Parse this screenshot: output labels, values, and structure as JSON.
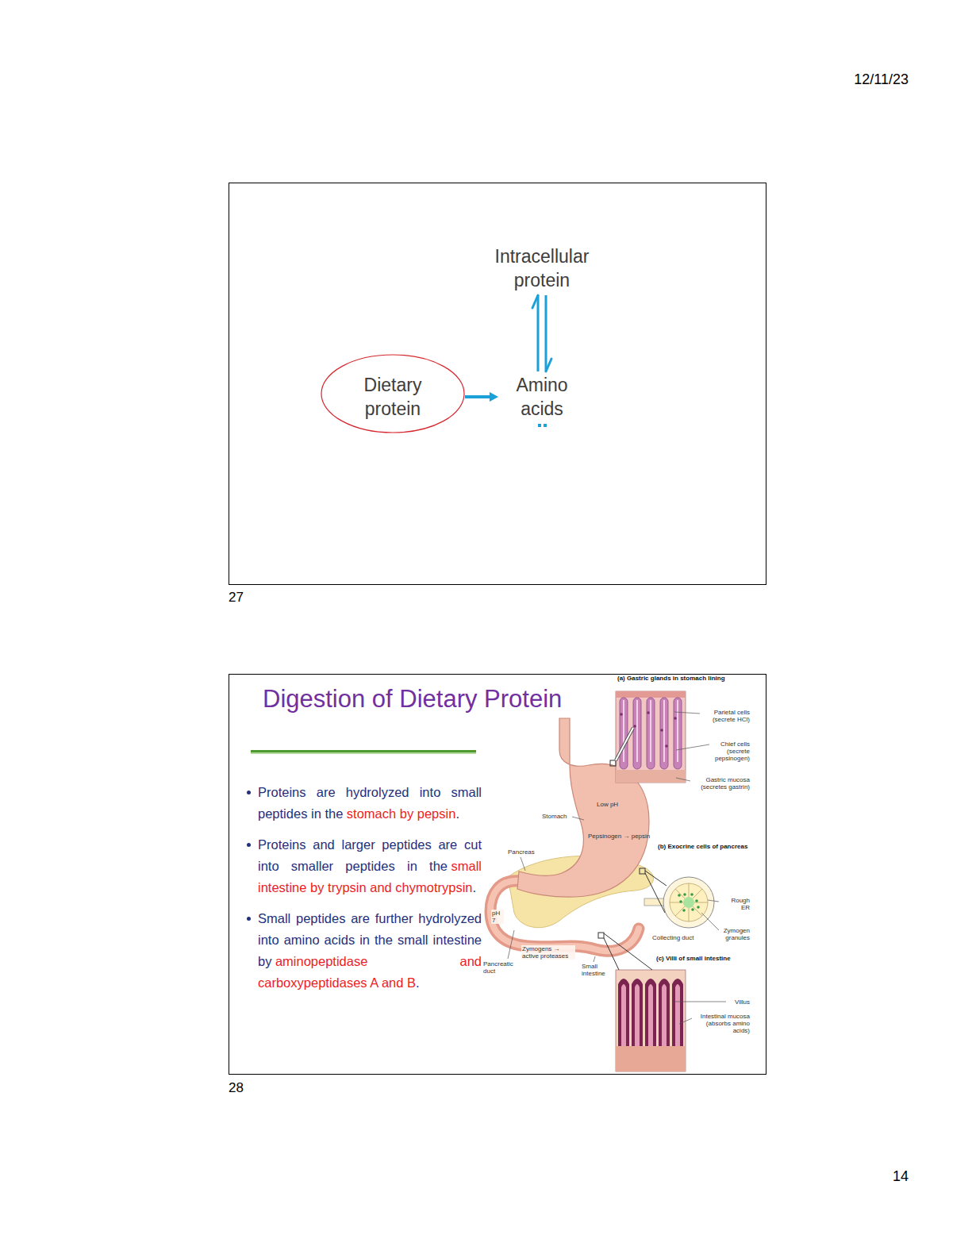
{
  "diagram": {
    "title": "Digestion of Dietary Protein",
    "nodes": [
      {
        "text": [
          "Intracellular protein"
        ]
      },
      {
        "text": [
          "Dietary protein"
        ]
      },
      {
        "text": [
          "Amino acids"
        ]
      }
    ],
    "edges": [
      {
        "from": 1,
        "to": 2,
        "arrow": "to"
      },
      {
        "from": 0,
        "to": 2,
        "arrow": "both"
      }
    ],
    "labels": [
      "12/11/23",
      "27",
      "Proteins are hydrolyzed into small peptides in the",
      "stomach by pepsin",
      ".",
      "Proteins and larger peptides are cut into smaller peptides in the",
      "small intestine by trypsin and chymotrypsin",
      ".",
      "Small peptides are further hydrolyzed into amino acids in the small intestine by",
      "aminopeptidase and carboxypeptidases A and B",
      ".",
      "(a) Gastric glands in stomach lining",
      "Parietal cells (secrete HCl)",
      "Chief cells (secrete pepsinogen)",
      "Gastric mucosa (secretes gastrin)",
      "Low pH",
      "Stomach",
      "Pepsinogen → pepsin",
      "Pancreas",
      "(b) Exocrine cells of pancreas",
      "Rough ER",
      "Zymogen granules",
      "Collecting duct",
      "pH 7",
      "Zymogens → active proteases",
      "Pancreatic duct",
      "Small intestine",
      "(c) Villi of small intestine",
      "Villus",
      "Intestinal mucosa (absorbs amino acids)",
      "28",
      "14"
    ]
  }
}
